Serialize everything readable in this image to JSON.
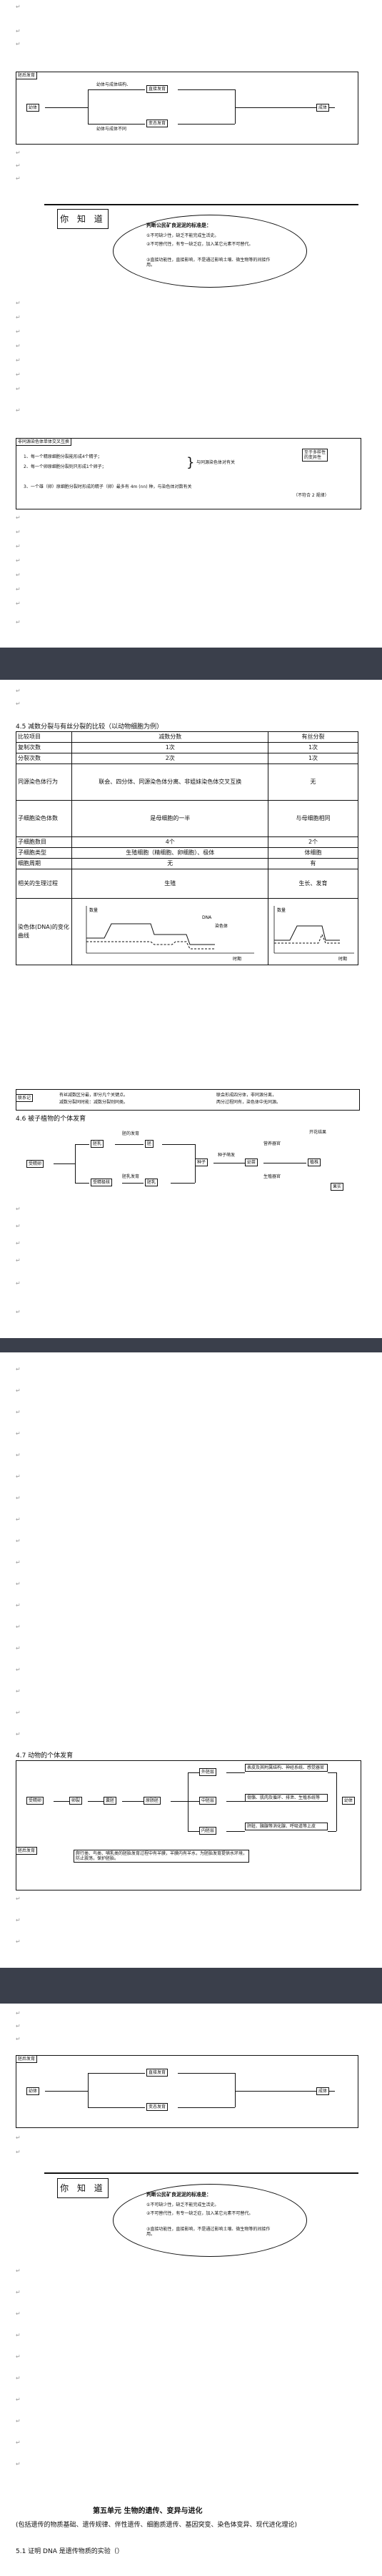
{
  "diagram1": {
    "title": "胚后发育",
    "input": "幼体",
    "path_top": "幼体与成体结构、",
    "path_mid": "直接发育",
    "path_bottom_label": "幼体与成体不同",
    "path_bottom": "变态发育",
    "output": "成体"
  },
  "know": {
    "scroll": "你 知 道",
    "title": "判断公民矿良泥泥的标准是：",
    "items": [
      "①不可缺少性，缺乏不能完成生活史。",
      "②不可替代性，有专一缺乏症，加入某它元素不可替代。",
      "③直接功能性，直接影响，不是通过影响土壤、微生物等的间接作用。"
    ]
  },
  "crossover": {
    "title": "非同源染色体单体交叉互换",
    "line1": "1、每一个精原细胞分裂能形成4个精子；",
    "line2": "2、每一个卵原细胞分裂则只形成1个卵子；",
    "brace_note": "与同源染色体对有关",
    "note_box": "至于多样性\n的变异性",
    "line3": "3、一个雄（卵）原细胞分裂时形成的精子（卵）最多有 4m (nn) 种，与染色体对数有关",
    "line3b": "（不符合 2 规律）"
  },
  "section45": {
    "title": "4.5 减数分裂与有丝分裂的比较（以动物细胞为例）",
    "header": [
      "比较项目",
      "减数分数",
      "有丝分裂"
    ],
    "rows": [
      [
        "复制次数",
        "1次",
        "1次"
      ],
      [
        "分裂次数",
        "2次",
        "1次"
      ],
      [
        "同源染色体行为",
        "联会、四分体、同源染色体分离、非姐妹染色体交叉互换",
        "无"
      ],
      [
        "子细胞染色体数",
        "是母细胞的一半",
        "与母细胞相同"
      ],
      [
        "子细胞数目",
        "4个",
        "2个"
      ],
      [
        "子细胞类型",
        "生殖细胞（精细胞、卵细胞）、极体",
        "体细胞"
      ],
      [
        "细胞周期",
        "无",
        "有"
      ],
      [
        "相关的生理过程",
        "生殖",
        "生长、发育"
      ],
      [
        "染色体(DNA)的变化曲线",
        "",
        ""
      ]
    ],
    "graph_left": {
      "y": "数量",
      "dna": "DNA",
      "chrom": "染色体",
      "x": "时期"
    },
    "graph_right": {
      "y": "数量",
      "x": "时期"
    },
    "note_tag": "联系记",
    "note1": "有丝减数区分最，即分凡个关键点。",
    "note2": "减数分裂同时能：减数分裂则同类。",
    "note3": "联会形成四分体，非同源分离，",
    "note4": "两分过程同有，染色体中无同源。"
  },
  "section46": {
    "title": "4.6 被子植物的个体发育",
    "nodes": {
      "fertilized": "受精卵",
      "zygote": "受精极核",
      "endosperm": "胚乳",
      "embryo": "胚",
      "seed": "种子",
      "seedling": "幼苗",
      "plant": "植株",
      "fruit": "果实"
    },
    "labels": [
      "胚的发育",
      "胚乳发育",
      "种子萌发",
      "营养器官",
      "生殖器官",
      "开花结果"
    ]
  },
  "section47": {
    "title": "4.7 动物的个体发育",
    "chain": [
      "受精卵",
      "卵裂",
      "囊胚",
      "原肠胚"
    ],
    "layers": [
      "外胚层",
      "中胚层",
      "内胚层"
    ],
    "organs": [
      "表皮及其附属结构、神经系统、感觉器官",
      "骨骼、肌肉及循环、排泄、生殖系统等",
      "肝脏、胰腺等消化腺、呼吸道等上皮"
    ],
    "embryo": "幼体",
    "post": "胚后发育",
    "post_text": "爬行类、鸟类、哺乳类的胚胎发育过程中有羊膜，羊膜内有羊水，为胚胎发育提供水环境，防止震荡，保护胚胎。"
  },
  "repeat": {
    "diagram_title": "胚后发育",
    "scroll": "你 知 道"
  },
  "unit5": {
    "title": "第五单元  生物的遗传、变异与进化",
    "subtitle": "(包括遗传的物质基础、遗传规律、伴性遗传、细胞质遗传、基因突变、染色体变异、现代进化理论)",
    "next": "5.1 证明 DNA 是遗传物质的实验（）"
  }
}
